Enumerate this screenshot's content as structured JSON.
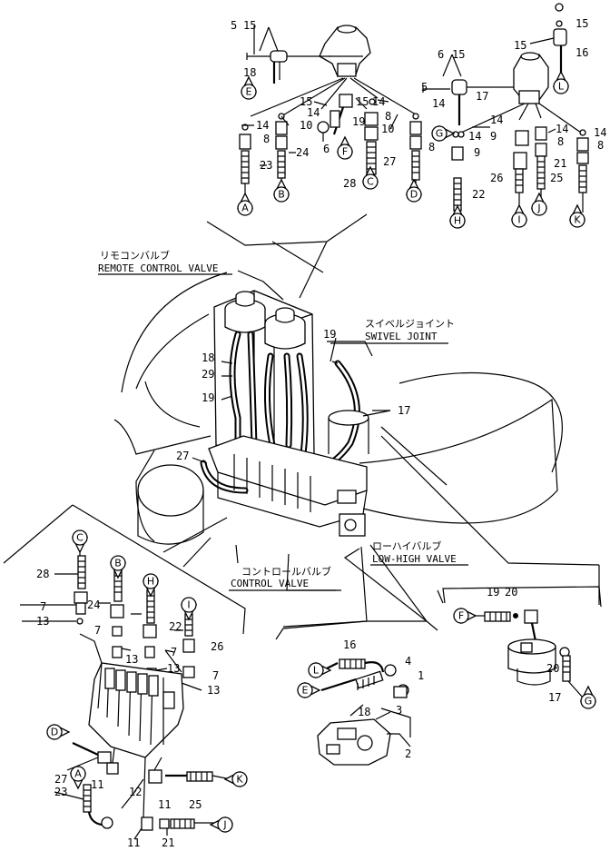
{
  "callouts": {
    "remote_control_valve_jp": "リモコンバルブ",
    "remote_control_valve_en": "REMOTE CONTROL VALVE",
    "swivel_joint_jp": "スイベルジョイント",
    "swivel_joint_en": "SWIVEL JOINT",
    "low_high_valve_jp": "ローハイバルブ",
    "low_high_valve_en": "LOW-HIGH VALVE",
    "control_valve_jp": "コントロールバルブ",
    "control_valve_en": "CONTROL VALVE"
  },
  "connection_letters": [
    "A",
    "B",
    "C",
    "D",
    "E",
    "F",
    "G",
    "H",
    "I",
    "J",
    "K",
    "L"
  ],
  "part_numbers": {
    "top_left_group": [
      "5",
      "15",
      "18",
      "15",
      "14",
      "10",
      "8",
      "24",
      "23",
      "19",
      "6",
      "15",
      "14",
      "8",
      "10",
      "28",
      "27",
      "14",
      "8"
    ],
    "top_right_group": [
      "6",
      "15",
      "17",
      "5",
      "15",
      "16",
      "15",
      "14",
      "14",
      "9",
      "9",
      "8",
      "14",
      "8",
      "21",
      "26",
      "22",
      "25"
    ],
    "center_view": [
      "18",
      "29",
      "19",
      "19",
      "17",
      "27"
    ],
    "lower_left_group": [
      "28",
      "24",
      "7",
      "13",
      "22",
      "7",
      "13",
      "26",
      "7",
      "13",
      "7",
      "13",
      "27",
      "23",
      "12",
      "11",
      "11",
      "25",
      "11",
      "21"
    ],
    "lower_middle_group": [
      "16",
      "4",
      "1",
      "18",
      "3",
      "2"
    ],
    "lower_right_group": [
      "19",
      "20",
      "20",
      "17"
    ]
  }
}
